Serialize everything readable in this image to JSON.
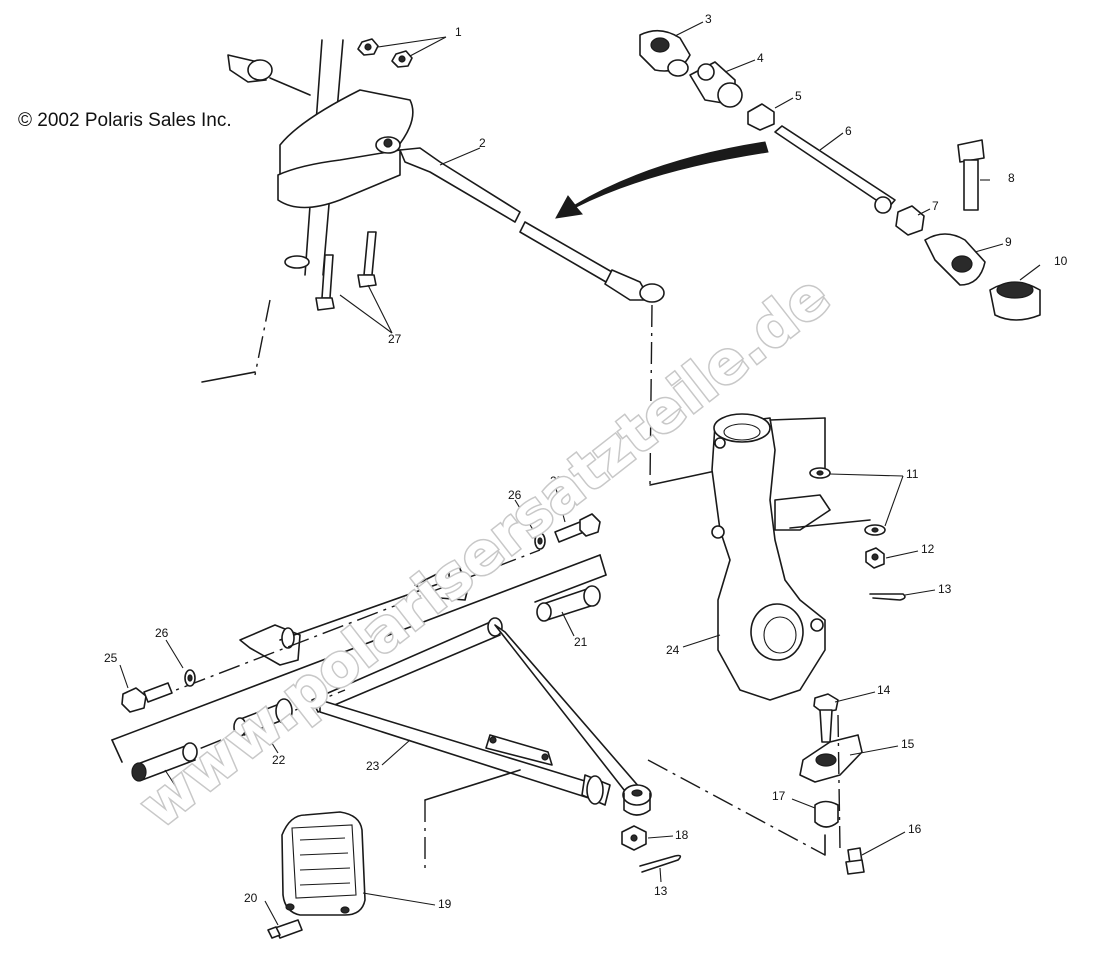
{
  "copyright": "© 2002 Polaris Sales Inc.",
  "watermark": "www.polarisersatzteile.de",
  "callouts": [
    "1",
    "2",
    "3",
    "4",
    "5",
    "6",
    "7",
    "8",
    "9",
    "10",
    "11",
    "12",
    "13",
    "14",
    "15",
    "16",
    "17",
    "18",
    "13",
    "19",
    "20",
    "21",
    "21",
    "22",
    "23",
    "24",
    "25",
    "25",
    "26",
    "26",
    "27"
  ]
}
